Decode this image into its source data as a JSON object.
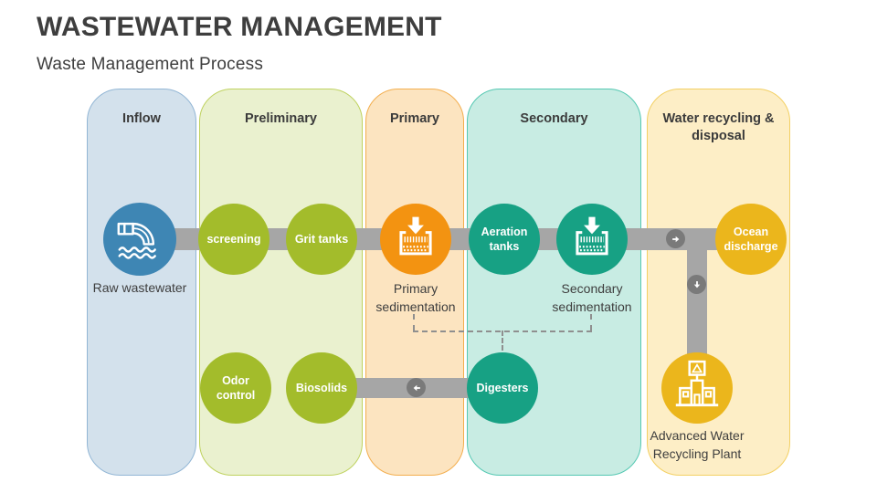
{
  "slide": {
    "title": "WASTEWATER MANAGEMENT",
    "subtitle": "Waste Management Process"
  },
  "columns": {
    "inflow": {
      "label": "Inflow",
      "fill": "#d3e1ec",
      "border": "#92b6d5"
    },
    "preliminary": {
      "label": "Preliminary",
      "fill": "#eaf1cf",
      "border": "#bfd25f"
    },
    "primary": {
      "label": "Primary",
      "fill": "#fce4c0",
      "border": "#f3ae4e"
    },
    "secondary": {
      "label": "Secondary",
      "fill": "#c8ece3",
      "border": "#54c8b2"
    },
    "recycling": {
      "label": "Water recycling & disposal",
      "fill": "#fdeec6",
      "border": "#f3d063"
    }
  },
  "nodes": {
    "raw_wastewater": {
      "label": "Raw wastewater",
      "color": "#3e86b4",
      "icon": "outfall-pipe-icon"
    },
    "screening": {
      "label": "screening",
      "color": "#a3bc2b"
    },
    "grit_tanks": {
      "label": "Grit tanks",
      "color": "#a3bc2b"
    },
    "primary_sedimentation": {
      "label": "Primary sedimentation",
      "color": "#f39311",
      "icon": "sedimentation-tank-icon"
    },
    "aeration_tanks": {
      "label": "Aeration tanks",
      "color": "#17a184"
    },
    "secondary_sedimentation": {
      "label": "Secondary sedimentation",
      "color": "#17a184",
      "icon": "sedimentation-tank-icon"
    },
    "ocean_discharge": {
      "label": "Ocean discharge",
      "color": "#ebb61c"
    },
    "odor_control": {
      "label": "Odor control",
      "color": "#a3bc2b"
    },
    "biosolids": {
      "label": "Biosolids",
      "color": "#a3bc2b"
    },
    "digesters": {
      "label": "Digesters",
      "color": "#17a184"
    },
    "recycling_plant": {
      "label": "Advanced Water Recycling Plant",
      "color": "#ebb61c",
      "icon": "recycling-plant-icon"
    }
  },
  "connectors": {
    "bar_color": "#a6a6a6",
    "arrow_badge_color": "#7a7a7a",
    "dashed_link_color": "#8f8f8f",
    "arrow_directions": [
      "right",
      "down",
      "left"
    ]
  }
}
